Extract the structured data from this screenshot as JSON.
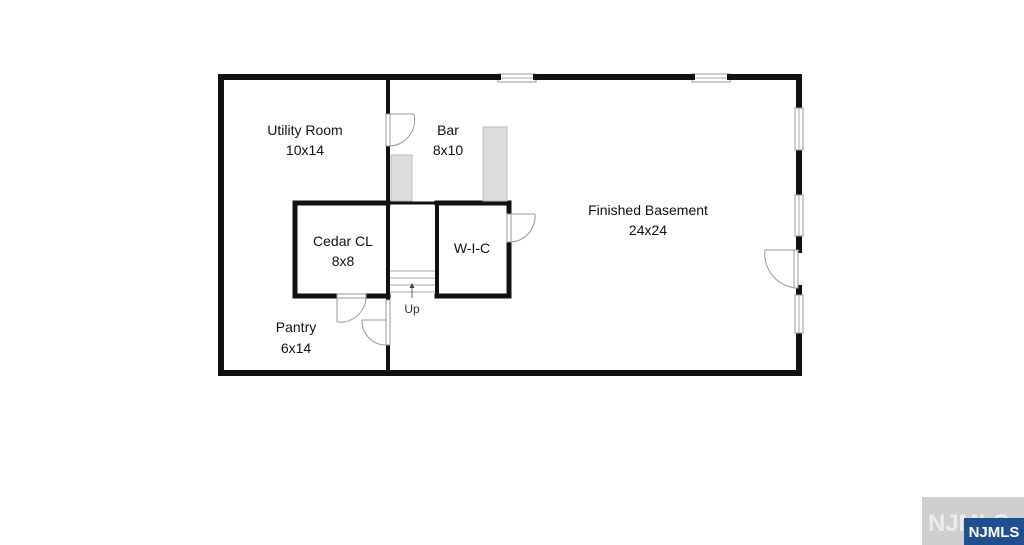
{
  "rooms": {
    "utility": {
      "name": "Utility Room",
      "size": "10x14"
    },
    "bar": {
      "name": "Bar",
      "size": "8x10"
    },
    "finished_basement": {
      "name": "Finished Basement",
      "size": "24x24"
    },
    "cedar_closet": {
      "name": "Cedar CL",
      "size": "8x8"
    },
    "wic": {
      "name": "W-I-C"
    },
    "pantry": {
      "name": "Pantry",
      "size": "6x14"
    }
  },
  "stairs": {
    "label": "Up"
  },
  "watermark": {
    "brand": "NJMLS",
    "ghost": "NJMLS"
  },
  "colors": {
    "wall": "#111111",
    "counter": "#dcdcdc",
    "window": "#e8e8e8",
    "door": "#999999",
    "watermark_bg": "#1f4f8f"
  }
}
